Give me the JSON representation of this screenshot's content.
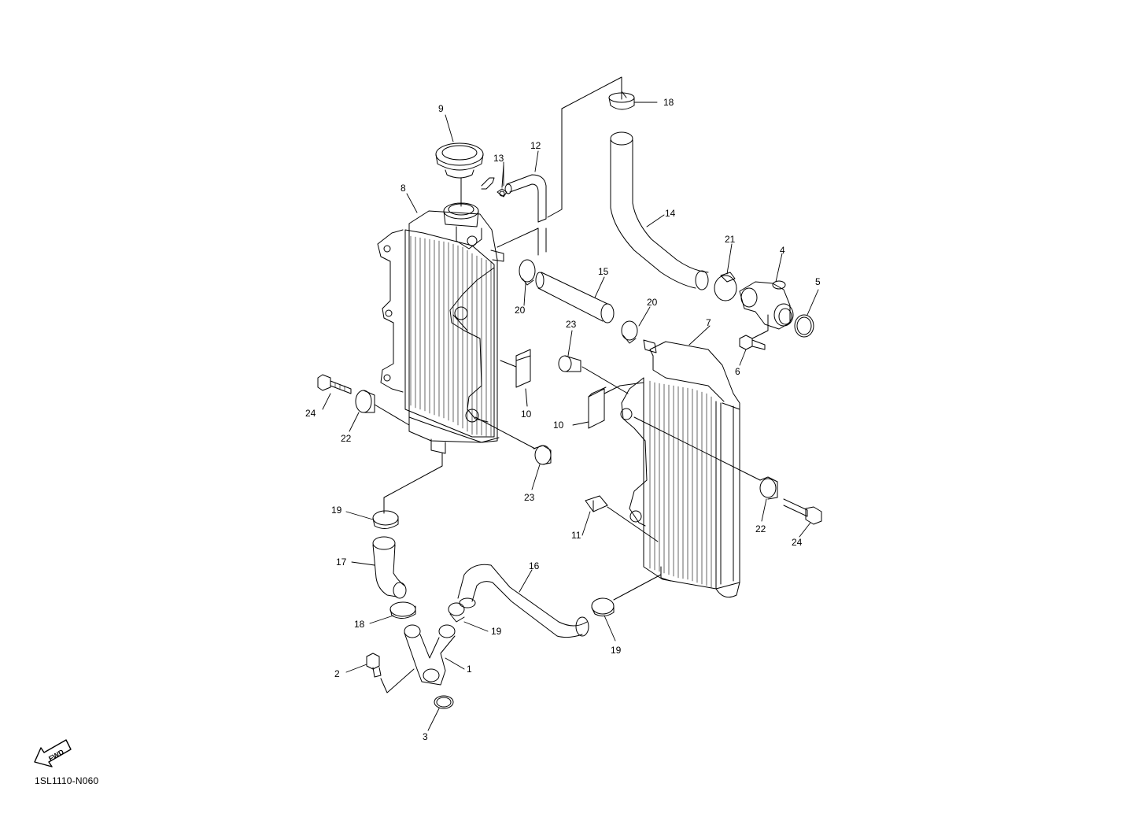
{
  "diagram": {
    "drawing_code": "1SL1110-N060",
    "fwd_label": "FWD",
    "labels": {
      "l1": "1",
      "l2": "2",
      "l3": "3",
      "l4": "4",
      "l5": "5",
      "l6": "6",
      "l7": "7",
      "l8": "8",
      "l9": "9",
      "l10a": "10",
      "l10b": "10",
      "l11": "11",
      "l12": "12",
      "l13": "13",
      "l14": "14",
      "l15": "15",
      "l16": "16",
      "l17": "17",
      "l18a": "18",
      "l18b": "18",
      "l19a": "19",
      "l19b": "19",
      "l19c": "19",
      "l20a": "20",
      "l20b": "20",
      "l21": "21",
      "l22a": "22",
      "l22b": "22",
      "l23a": "23",
      "l23b": "23",
      "l24a": "24",
      "l24b": "24"
    }
  }
}
